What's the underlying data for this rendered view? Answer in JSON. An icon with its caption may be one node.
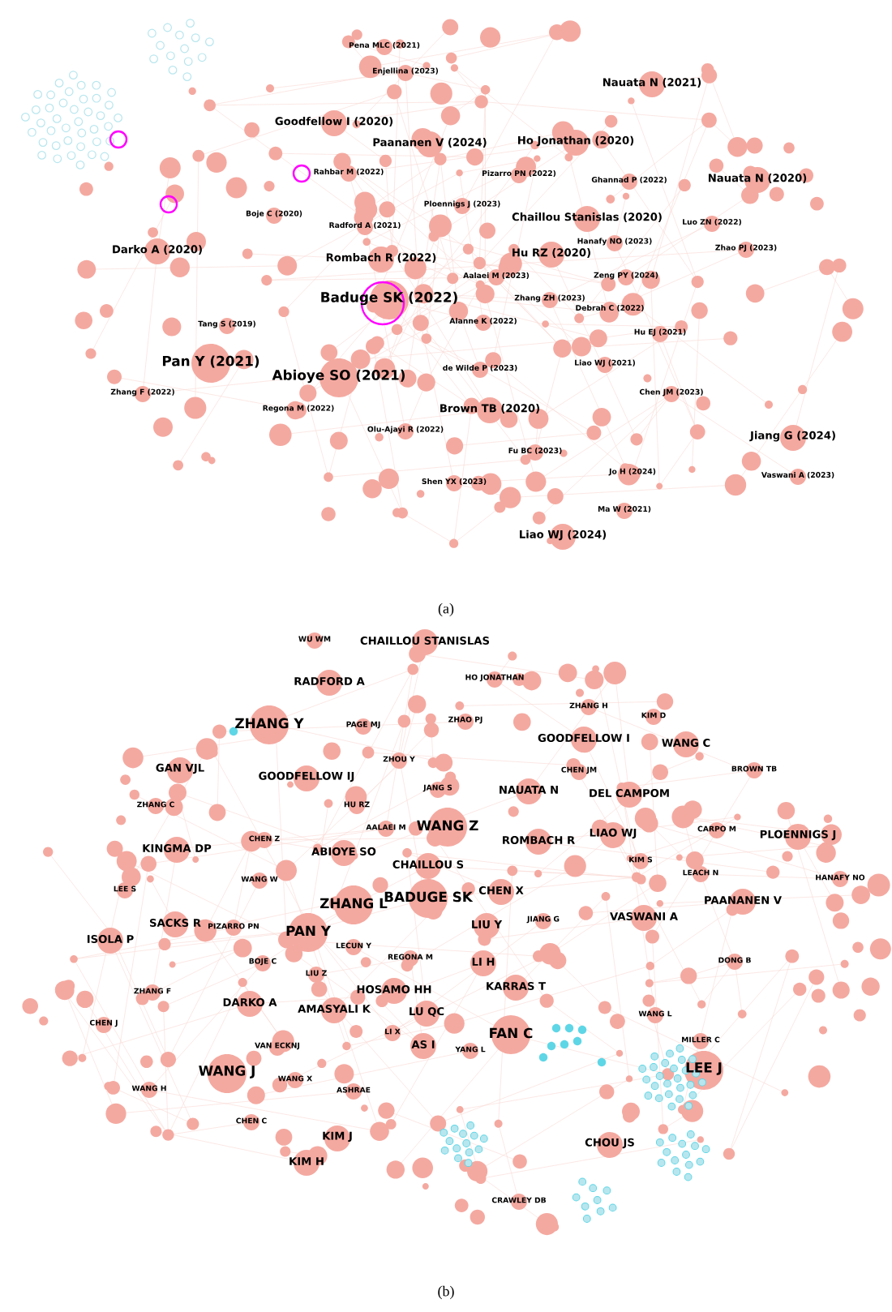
{
  "diagram": {
    "labels": [
      "Pena MLC (2021)",
      "Enjellina (2023)",
      "Nauata N (2021)",
      "Goodfellow I (2020)",
      "Paananen V (2024)",
      "Ho Jonathan (2020)",
      "Rahbar M (2022)",
      "Pizarro PN (2022)",
      "Ghannad P (2022)",
      "Nauata N (2020)",
      "Boje C (2020)",
      "Ploennigs J (2023)",
      "Chaillou Stanislas (2020)",
      "Luo ZN (2022)",
      "Radford A (2021)",
      "Darko A (2020)",
      "Rombach R (2022)",
      "Hu RZ (2020)",
      "Hanafy NO (2023)",
      "Zhao PJ (2023)",
      "Aalaei M (2023)",
      "Zeng PY (2024)",
      "Baduge SK (2022)",
      "Zhang ZH (2023)",
      "Debrah C (2022)",
      "Tang S (2019)",
      "Alanne K (2022)",
      "Hu EJ (2021)",
      "Pan Y (2021)",
      "Liao WJ (2021)",
      "Abioye SO (2021)",
      "de Wilde P (2023)",
      "Zhang F (2022)",
      "Chen JM (2023)",
      "Regona M (2022)",
      "Brown TB (2020)",
      "Olu-Ajayi R (2022)",
      "Jiang G (2024)",
      "Fu BC (2023)",
      "Jo H (2024)",
      "Vaswani A (2023)",
      "Shen YX (2023)",
      "Ma W (2021)",
      "Liao WJ (2024)",
      "(a)",
      "WU WM",
      "CHAILLOU STANISLAS",
      "RADFORD A",
      "HO JONATHAN",
      "ZHANG H",
      "KIM D",
      "ZHANG Y",
      "PAGE MJ",
      "ZHAO PJ",
      "GAN VJL",
      "GOODFELLOW IJ",
      "ZHOU Y",
      "GOODFELLOW I",
      "WANG C",
      "CHEN JM",
      "BROWN TB",
      "JANG S",
      "ZHANG C",
      "HU RZ",
      "NAUATA N",
      "DEL CAMPOM",
      "AALAEI M",
      "WANG Z",
      "KINGMA DP",
      "CHEN Z",
      "ABIOYE SO",
      "ROMBACH R",
      "LIAO WJ",
      "CARPO M",
      "PLOENNIGS J",
      "CHAILLOU S",
      "WANG W",
      "KIM S",
      "LEACH N",
      "HANAFY NO",
      "LEE S",
      "BADUGE SK",
      "CHEN X",
      "ZHANG L",
      "PAANANEN V",
      "SACKS R",
      "PIZARRO PN",
      "PAN Y",
      "JIANG G",
      "VASWANI A",
      "LIU Y",
      "ISOLA P",
      "LECUN Y",
      "BOJE C",
      "REGONA M",
      "LI H",
      "DONG B",
      "LIU Z",
      "ZHANG F",
      "HOSAMO HH",
      "KARRAS T",
      "DARKO A",
      "AMASYALI K",
      "LU QC",
      "WANG L",
      "CHEN J",
      "LI X",
      "FAN C",
      "MILLER C",
      "VAN ECKNJ",
      "AS I",
      "YANG L",
      "WANG J",
      "LEE J",
      "WANG X",
      "WANG H",
      "ASHRAE",
      "CHEN C",
      "KIM J",
      "CHOU JS",
      "KIM H",
      "CRAWLEY DB",
      "(b)"
    ]
  }
}
